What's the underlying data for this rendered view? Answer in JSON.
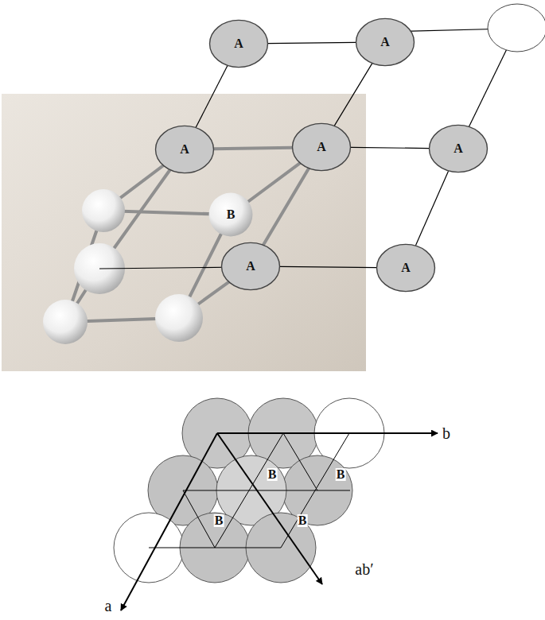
{
  "diagram": {
    "nodes": [
      {
        "text": [
          "A"
        ]
      },
      {
        "text": [
          "A"
        ]
      },
      {
        "text": [
          "A"
        ]
      },
      {
        "text": [
          "A"
        ]
      },
      {
        "text": [
          "A"
        ]
      },
      {
        "text": [
          "B"
        ]
      },
      {
        "text": [
          "A"
        ]
      },
      {
        "text": [
          "A"
        ]
      }
    ],
    "edges": [
      {
        "from": 0,
        "to": 1,
        "arrow": "none"
      },
      {
        "from": 0,
        "to": 2,
        "arrow": "none"
      },
      {
        "from": 1,
        "to": 3,
        "arrow": "none"
      },
      {
        "from": 2,
        "to": 3,
        "arrow": "none"
      },
      {
        "from": 3,
        "to": 4,
        "arrow": "none"
      },
      {
        "from": 3,
        "to": 5,
        "arrow": "none"
      },
      {
        "from": 3,
        "to": 6,
        "arrow": "none"
      },
      {
        "from": 4,
        "to": 7,
        "arrow": "none"
      },
      {
        "from": 6,
        "to": 7,
        "arrow": "none"
      }
    ],
    "labels": [
      "b",
      "B",
      "B",
      "B",
      "B",
      "ab′",
      "a"
    ]
  }
}
